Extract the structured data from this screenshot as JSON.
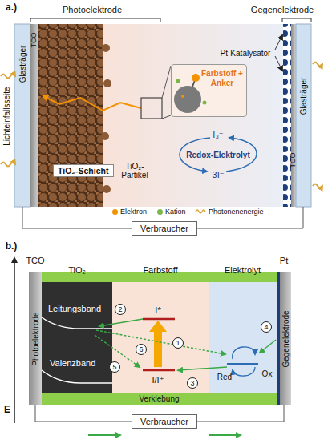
{
  "diagram": {
    "nodes": [
      {
        "text": [
          "Verbraucher"
        ]
      },
      {
        "text": [
          "TiO₂-Schicht"
        ]
      },
      {
        "text": [
          "Farbstoff + Anker"
        ]
      },
      {
        "text": [
          "TCO",
          "Photoelektrode"
        ]
      },
      {
        "text": [
          "TiO₂",
          "Leitungsband",
          "Valenzband"
        ]
      },
      {
        "text": [
          "Farbstoff"
        ]
      },
      {
        "text": [
          "Elektrolyt"
        ]
      },
      {
        "text": [
          "Pt",
          "Gegenelektrode"
        ]
      },
      {
        "text": [
          "Verklebung"
        ]
      },
      {
        "text": [
          "Verbraucher"
        ]
      }
    ],
    "edges": [
      {
        "from": 3,
        "to": 9,
        "arrow": "none"
      },
      {
        "from": 9,
        "to": 7,
        "arrow": "none"
      }
    ],
    "labels": [
      "a.)",
      "Photoelektrode",
      "Gegenelektrode",
      "Pt-Katalysator",
      "Lichteinfallsseite",
      "Glasträger",
      "TCO",
      "TiO₂-Partikel",
      "I₃⁻",
      "Redox-Elektrolyt",
      "3I⁻",
      "TCO",
      "Glasträger",
      "b.)",
      "E",
      "I*",
      "I/I⁺",
      "Red",
      "Ox",
      "1",
      "2",
      "3",
      "4",
      "5",
      "6"
    ],
    "legend": [
      {
        "text": "Elektron",
        "color": "#f39200"
      },
      {
        "text": "Kation",
        "color": "#7ab648"
      },
      {
        "text": "Photonenenergie"
      }
    ]
  }
}
